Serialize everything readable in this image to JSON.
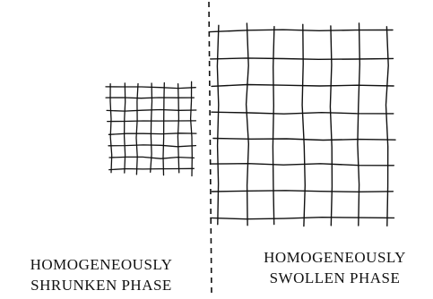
{
  "shrunken_phase": {
    "label_line1": "HOMOGENEOUSLY",
    "label_line2": "SHRUNKEN  PHASE"
  },
  "swollen_phase": {
    "label_line1": "HOMOGENEOUSLY",
    "label_line2": "SWOLLEN  PHASE"
  },
  "colors": {
    "ink": "#111111",
    "background": "#ffffff"
  }
}
